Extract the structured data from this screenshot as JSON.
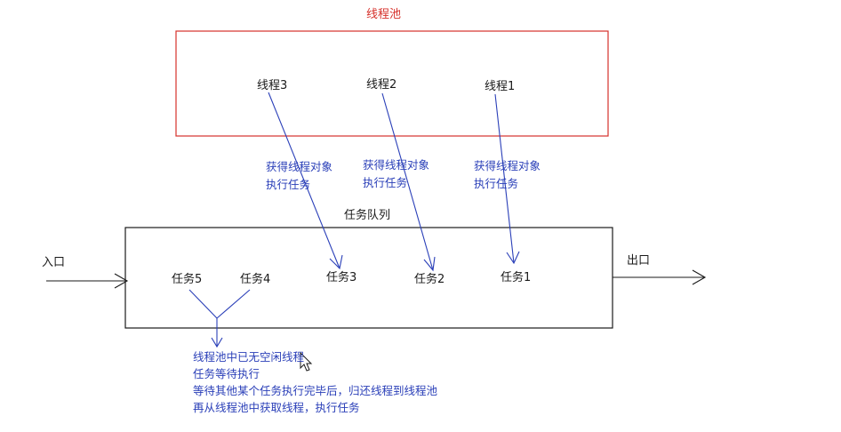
{
  "colors": {
    "pool_border": "#d6312b",
    "flow_arrow": "#2a3fb8",
    "text": "#1a1a1a",
    "note_text": "#2a3fb8"
  },
  "pool": {
    "title": "线程池",
    "threads": [
      "线程3",
      "线程2",
      "线程1"
    ]
  },
  "annotations": {
    "acquire": [
      "获得线程对象",
      "执行任务"
    ]
  },
  "queue": {
    "title": "任务队列",
    "entry": "入口",
    "exit": "出口",
    "waiting_tasks": [
      "任务5",
      "任务4"
    ],
    "running_tasks": [
      "任务3",
      "任务2",
      "任务1"
    ]
  },
  "waiting_note": [
    "线程池中已无空闲线程",
    "任务等待执行",
    "等待其他某个任务执行完毕后，归还线程到线程池",
    "再从线程池中获取线程，执行任务"
  ],
  "icons": {
    "cursor": "mouse-pointer-icon"
  }
}
